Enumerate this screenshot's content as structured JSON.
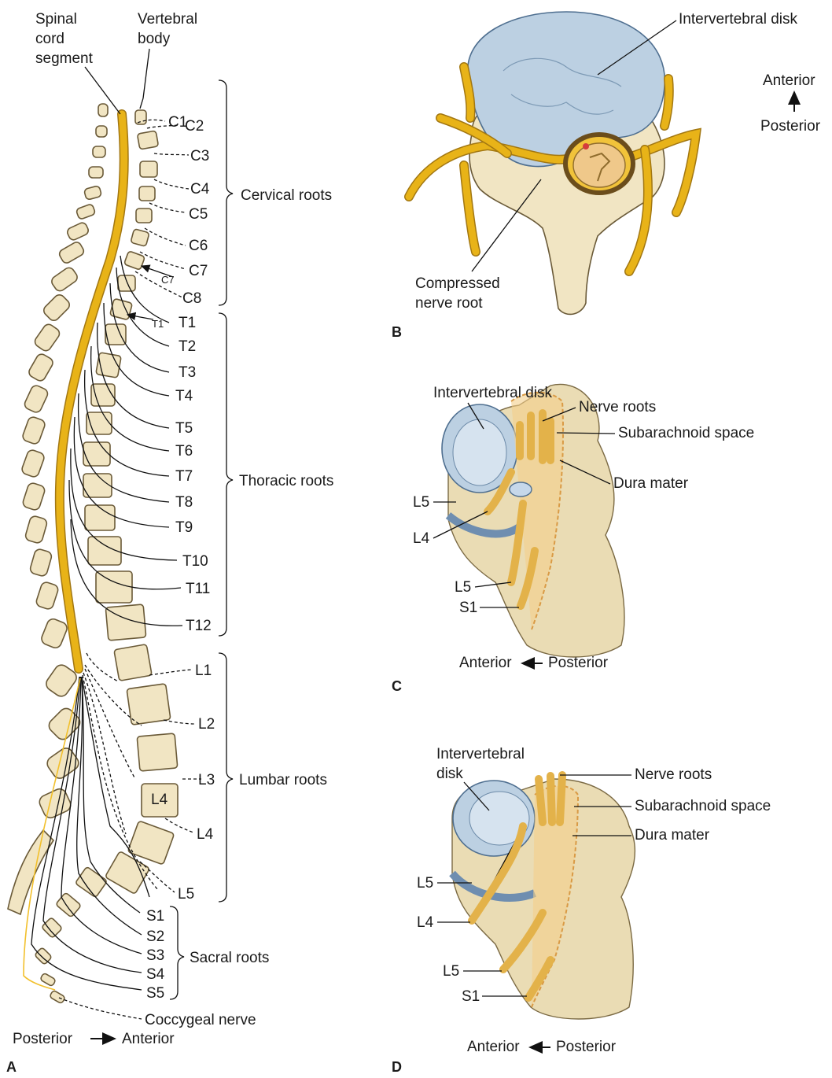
{
  "panel_a": {
    "label": "A",
    "spinal_cord_segment": [
      "Spinal",
      "cord",
      "segment"
    ],
    "vertebral_body": [
      "Vertebral",
      "body"
    ],
    "cervical_levels": [
      "C1",
      "C2",
      "C3",
      "C4",
      "C5",
      "C6",
      "C7",
      "C8"
    ],
    "thoracic_levels": [
      "T1",
      "T2",
      "T3",
      "T4",
      "T5",
      "T6",
      "T7",
      "T8",
      "T9",
      "T10",
      "T11",
      "T12"
    ],
    "lumbar_levels": [
      "L1",
      "L2",
      "L3",
      "L4",
      "L5"
    ],
    "sacral_levels": [
      "S1",
      "S2",
      "S3",
      "S4",
      "S5"
    ],
    "c7_small": "C7",
    "t1_small": "T1",
    "l4_body": "L4",
    "cervical_roots": "Cervical roots",
    "thoracic_roots": "Thoracic roots",
    "lumbar_roots": "Lumbar roots",
    "sacral_roots": "Sacral roots",
    "coccygeal": "Coccygeal nerve",
    "orientation": [
      "Posterior",
      "Anterior"
    ]
  },
  "panel_b": {
    "label": "B",
    "intervertebral_disk": "Intervertebral disk",
    "compressed": [
      "Compressed",
      "nerve root"
    ],
    "orientation": [
      "Anterior",
      "Posterior"
    ]
  },
  "panel_c": {
    "label": "C",
    "intervertebral_disk": "Intervertebral disk",
    "nerve_roots": "Nerve roots",
    "subarachnoid": "Subarachnoid space",
    "dura": "Dura mater",
    "l5a": "L5",
    "l4": "L4",
    "l5b": "L5",
    "s1": "S1",
    "orientation": [
      "Anterior",
      "Posterior"
    ]
  },
  "panel_d": {
    "label": "D",
    "intervertebral_disk": [
      "Intervertebral",
      "disk"
    ],
    "nerve_roots": "Nerve roots",
    "subarachnoid": "Subarachnoid space",
    "dura": "Dura mater",
    "l5a": "L5",
    "l4": "L4",
    "l5b": "L5",
    "s1": "S1",
    "orientation": [
      "Anterior",
      "Posterior"
    ]
  },
  "colors": {
    "nerve": "#f6c430",
    "bone": "#f1e5c3",
    "disk": "#bcd0e2"
  }
}
